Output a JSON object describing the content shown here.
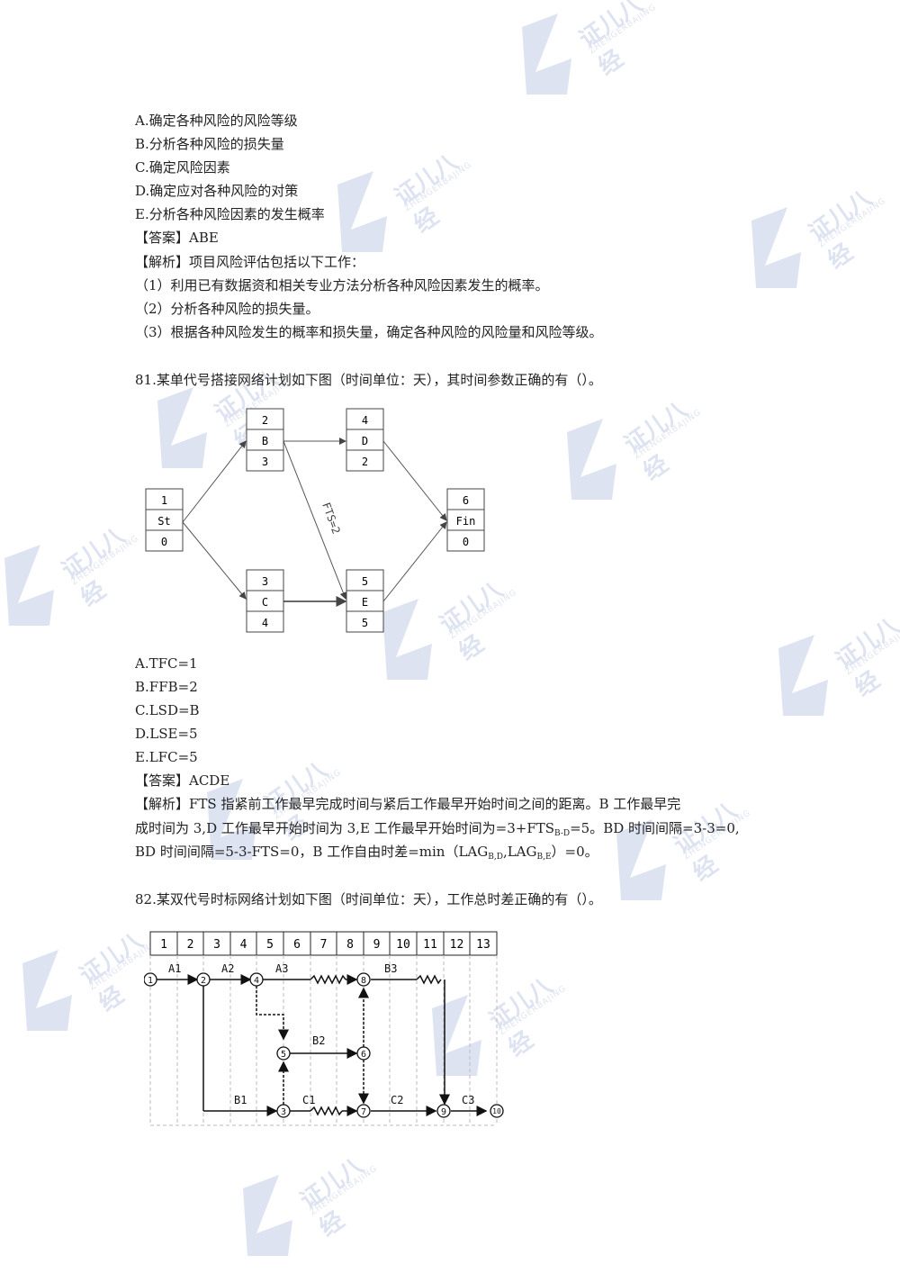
{
  "q80": {
    "options": [
      "A.确定各种风险的风险等级",
      "B.分析各种风险的损失量",
      "C.确定风险因素",
      "D.确定应对各种风险的对策",
      "E.分析各种风险因素的发生概率"
    ],
    "answer": "【答案】ABE",
    "analysis_title": "【解析】项目风险评估包括以下工作：",
    "analysis_items": [
      "（1）利用已有数据资和相关专业方法分析各种风险因素发生的概率。",
      "（2）分析各种风险的损失量。",
      "（3）根据各种风险发生的概率和损失量，确定各种风险的风险量和风险等级。"
    ]
  },
  "q81": {
    "question": "81.某单代号搭接网络计划如下图（时间单位：天），其时间参数正确的有（）。",
    "nodes": [
      {
        "id": "1",
        "name": "St",
        "dur": "0"
      },
      {
        "id": "2",
        "name": "B",
        "dur": "3"
      },
      {
        "id": "3",
        "name": "C",
        "dur": "4"
      },
      {
        "id": "4",
        "name": "D",
        "dur": "2"
      },
      {
        "id": "5",
        "name": "E",
        "dur": "5"
      },
      {
        "id": "6",
        "name": "Fin",
        "dur": "0"
      }
    ],
    "link_label": "FTS=2",
    "options": [
      "A.TFC=1",
      "B.FFB=2",
      "C.LSD=B",
      "D.LSE=5",
      "E.LFC=5"
    ],
    "answer": "【答案】ACDE",
    "analysis_1": "【解析】FTS 指紧前工作最早完成时间与紧后工作最早开始时间之间的距离。B 工作最早完",
    "analysis_2a": "成时间为 3,D 工作最早开始时间为 3,E 工作最早开始时间为=3+FTS",
    "analysis_2sub": "B-D",
    "analysis_2b": "=5。BD 时间间隔=3-3=0,",
    "analysis_3a": "BD 时间间隔=5-3-FTS=0，B 工作自由时差=min（LAG",
    "analysis_3sub1": "B,D",
    "analysis_3mid": ",LAG",
    "analysis_3sub2": "B,E",
    "analysis_3b": "）=0。"
  },
  "q82": {
    "question": "82.某双代号时标网络计划如下图（时间单位：天），工作总时差正确的有（）。",
    "scale": [
      "1",
      "2",
      "3",
      "4",
      "5",
      "6",
      "7",
      "8",
      "9",
      "10",
      "11",
      "12",
      "13"
    ],
    "nodes": [
      "1",
      "2",
      "3",
      "4",
      "5",
      "6",
      "7",
      "8",
      "9",
      "10"
    ],
    "activities": [
      "A1",
      "A2",
      "A3",
      "B3",
      "B2",
      "B1",
      "C1",
      "C2",
      "C3"
    ]
  },
  "watermark": {
    "text": "证儿八经",
    "sub": "ZHENGERBAJING"
  }
}
